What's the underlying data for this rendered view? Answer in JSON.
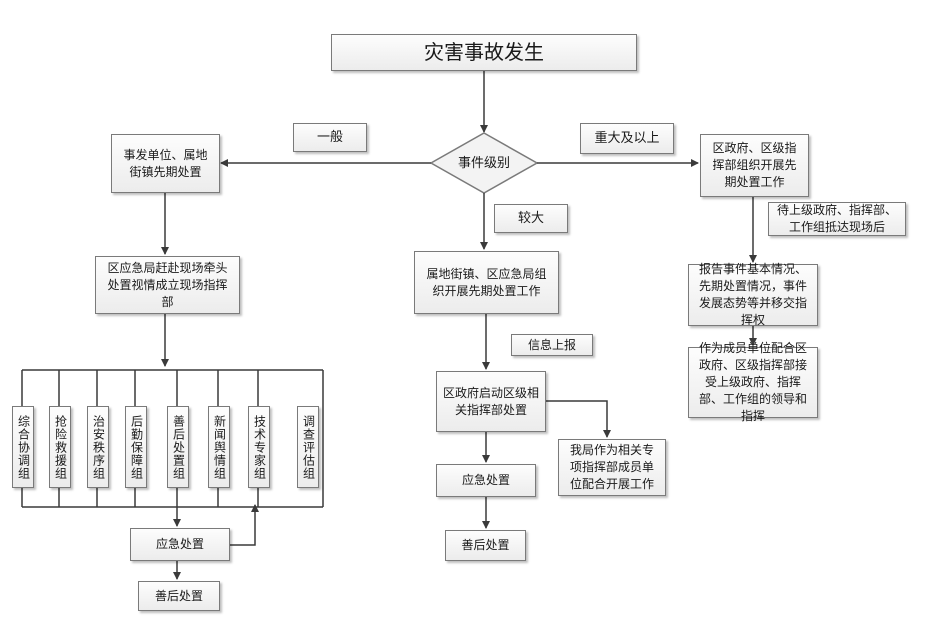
{
  "title": "灾害事故发生",
  "decision": "事件级别",
  "branch_labels": {
    "general": "一般",
    "major": "重大及以上",
    "larger": "较大"
  },
  "left": {
    "initial": "事发单位、属地街镇先期处置",
    "command": "区应急局赶赴现场牵头处置视情成立现场指挥部",
    "groups": [
      "综合协调组",
      "抢险救援组",
      "治安秩序组",
      "后勤保障组",
      "善后处置组",
      "新闻舆情组",
      "技术专家组",
      "调查评估组"
    ],
    "emergency": "应急处置",
    "aftermath": "善后处置"
  },
  "middle": {
    "initial": "属地街镇、区应急局组织开展先期处置工作",
    "report": "信息上报",
    "command": "区政府启动区级相关指挥部处置",
    "bureau": "我局作为相关专项指挥部成员单位配合开展工作",
    "emergency": "应急处置",
    "aftermath": "善后处置"
  },
  "right": {
    "initial": "区政府、区级指挥部组织开展先期处置工作",
    "wait": "待上级政府、指挥部、工作组抵达现场后",
    "report": "报告事件基本情况、先期处置情况，事件发展态势等并移交指挥权",
    "cooperate": "作为成员单位配合区政府、区级指挥部接受上级政府、指挥部、工作组的领导和指挥"
  }
}
